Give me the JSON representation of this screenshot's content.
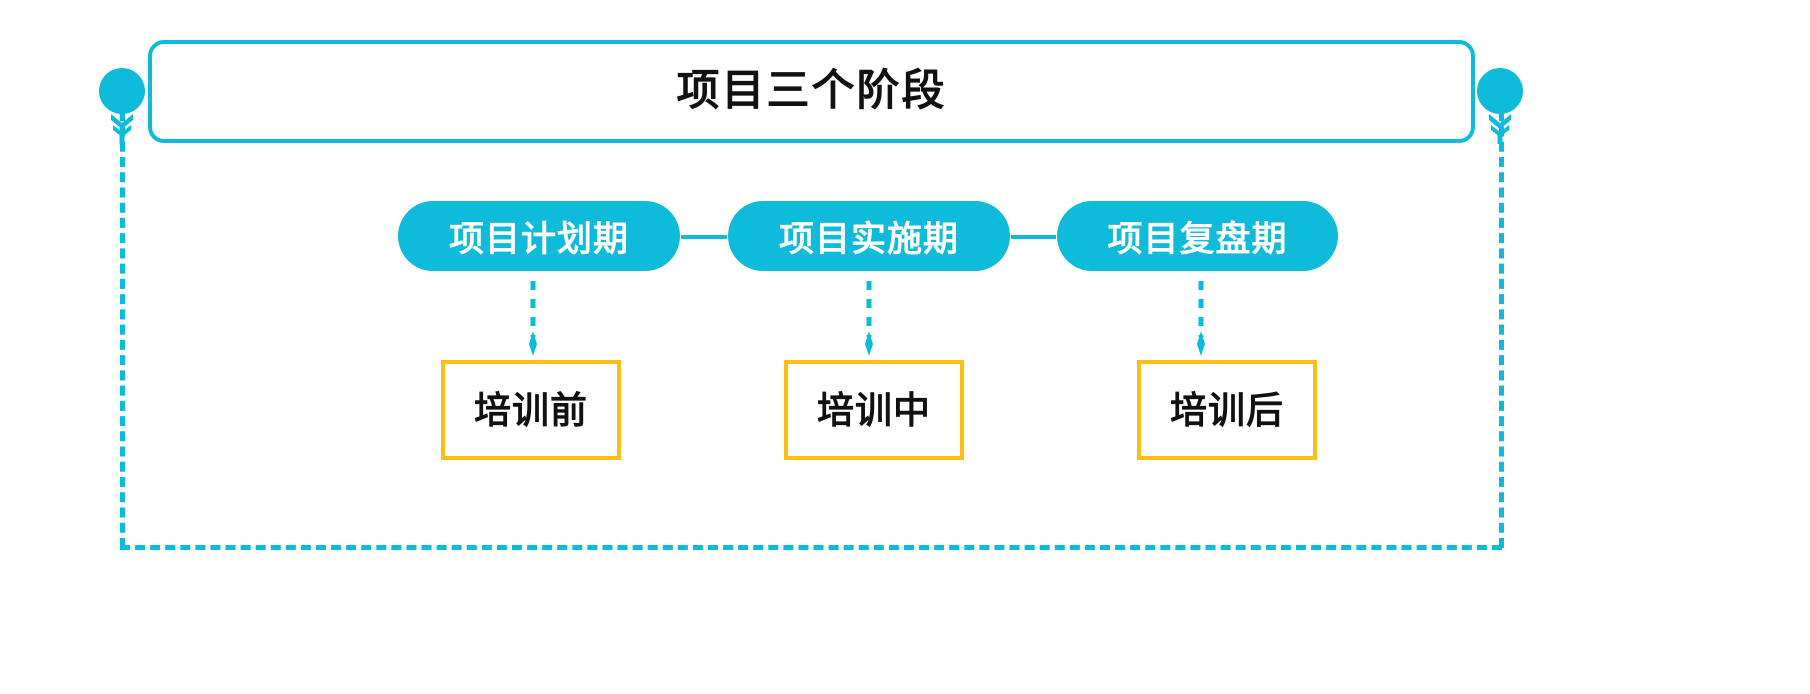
{
  "diagram": {
    "title": "项目三个阶段",
    "colors": {
      "cyan": "#0ABBDB",
      "cyan_solid": "#0FBBDA",
      "amber": "#FCBF17",
      "text": "#111111",
      "background": "#FFFFFF"
    },
    "markers": [
      {
        "name": "left-end-marker",
        "icon": "circle-with-arrow-tail-icon"
      },
      {
        "name": "right-end-marker",
        "icon": "circle-with-arrow-tail-icon"
      }
    ],
    "phases": [
      {
        "label": "项目计划期",
        "outcome": "培训前"
      },
      {
        "label": "项目实施期",
        "outcome": "培训中"
      },
      {
        "label": "项目复盘期",
        "outcome": "培训后"
      }
    ]
  }
}
